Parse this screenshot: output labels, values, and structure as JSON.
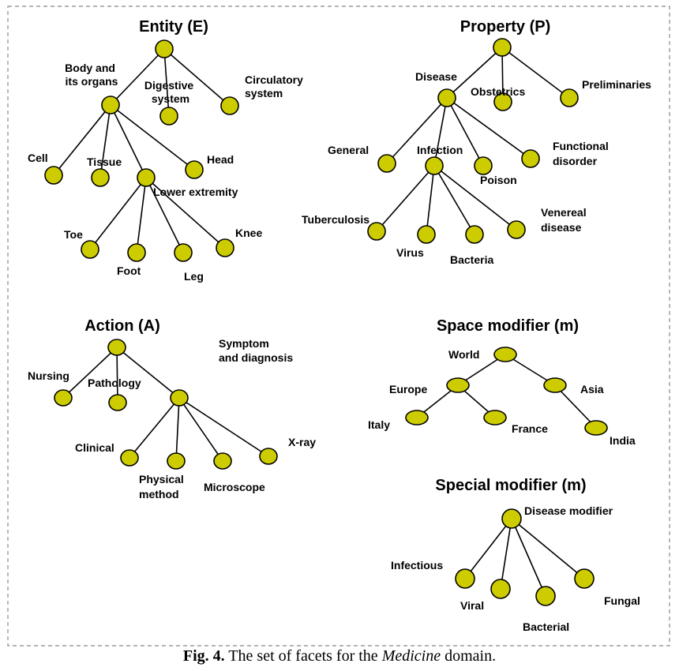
{
  "facets": {
    "entity": {
      "title": "Entity (E)",
      "body_and_organs": [
        "Body and",
        "its organs"
      ],
      "digestive": [
        "Digestive",
        "system"
      ],
      "circulatory": [
        "Circulatory",
        "system"
      ],
      "cell": "Cell",
      "tissue": "Tissue",
      "head": "Head",
      "lower_extremity": "Lower extremity",
      "toe": "Toe",
      "foot": "Foot",
      "leg": "Leg",
      "knee": "Knee"
    },
    "property": {
      "title": "Property (P)",
      "disease": "Disease",
      "obstetrics": "Obstetrics",
      "preliminaries": "Preliminaries",
      "general": "General",
      "infection": "Infection",
      "poison": "Poison",
      "functional_disorder": [
        "Functional",
        "disorder"
      ],
      "tuberculosis": "Tuberculosis",
      "virus": "Virus",
      "bacteria": "Bacteria",
      "venereal_disease": [
        "Venereal",
        "disease"
      ]
    },
    "action": {
      "title": "Action (A)",
      "nursing": "Nursing",
      "pathology": "Pathology",
      "symptom_diagnosis": [
        "Symptom",
        "and diagnosis"
      ],
      "clinical": "Clinical",
      "physical_method": [
        "Physical",
        "method"
      ],
      "microscope": "Microscope",
      "xray": "X-ray"
    },
    "space_modifier": {
      "title": "Space modifier (m)",
      "world": "World",
      "europe": "Europe",
      "asia": "Asia",
      "italy": "Italy",
      "france": "France",
      "india": "India"
    },
    "special_modifier": {
      "title": "Special modifier (m)",
      "disease_modifier": "Disease modifier",
      "infectious": "Infectious",
      "viral": "Viral",
      "bacterial": "Bacterial",
      "fungal": "Fungal"
    }
  },
  "caption": {
    "label": "Fig. 4.",
    "text_before": " The set of facets for the ",
    "domain": "Medicine",
    "text_after": " domain."
  }
}
